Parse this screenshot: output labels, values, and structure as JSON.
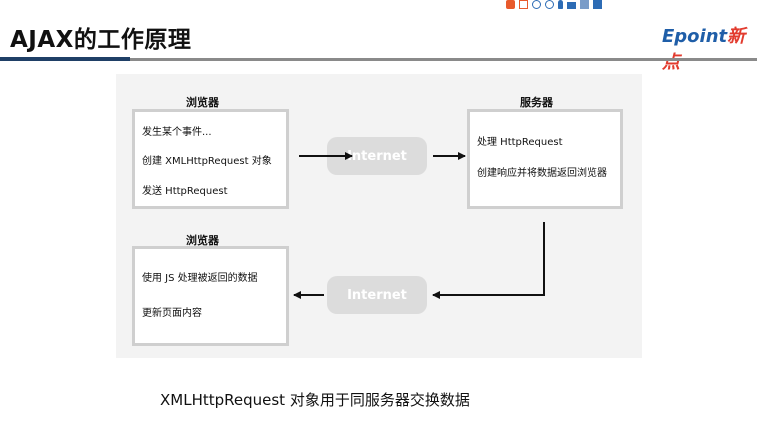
{
  "title": "AJAX的工作原理",
  "brand": {
    "name_latin": "Epoint",
    "name_cn": "新点"
  },
  "diagram": {
    "browser_top": {
      "label": "浏览器",
      "lines": [
        "发生某个事件...",
        "创建 XMLHttpRequest 对象",
        "发送 HttpRequest"
      ]
    },
    "server": {
      "label": "服务器",
      "lines": [
        "处理 HttpRequest",
        "创建响应并将数据返回浏览器"
      ]
    },
    "browser_bottom": {
      "label": "浏览器",
      "lines": [
        "使用 JS 处理被返回的数据",
        "更新页面内容"
      ]
    },
    "internet_top": "Internet",
    "internet_bottom": "Internet"
  },
  "caption": "XMLHttpRequest 对象用于同服务器交换数据",
  "colors": {
    "title_rule": "#1f3f66",
    "brand_blue": "#1f5ea8",
    "brand_red": "#e23b2e",
    "box_border": "#cfcfcf",
    "internet_pill": "#dcdcdc"
  },
  "toolbar_icons": [
    "sogou-s-icon",
    "chinese-input-icon",
    "punctuation-icon",
    "smile-icon",
    "mic-icon",
    "keyboard-icon",
    "shirt-icon",
    "tools-icon"
  ]
}
